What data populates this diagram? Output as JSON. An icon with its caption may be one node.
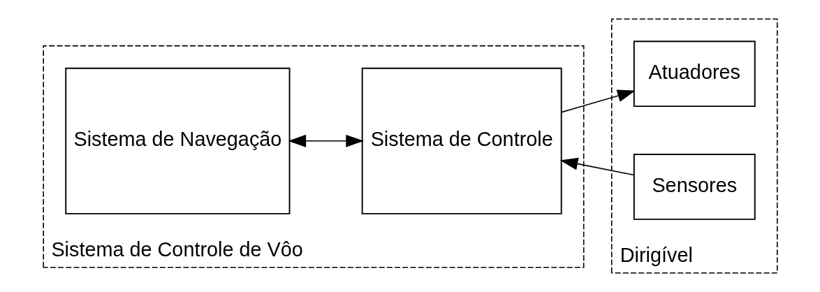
{
  "diagram": {
    "nodes": [
      {
        "text": [
          "Sistema de Controle de Vôo"
        ]
      },
      {
        "text": [
          "Sistema de Navegação"
        ],
        "in": 0
      },
      {
        "text": [
          "Sistema de Controle"
        ],
        "in": 0
      },
      {
        "text": [
          "Dirigível"
        ]
      },
      {
        "text": [
          "Atuadores"
        ],
        "in": 3
      },
      {
        "text": [
          "Sensores"
        ],
        "in": 3
      }
    ],
    "edges": [
      {
        "from": 1,
        "to": 2,
        "arrow": "both"
      },
      {
        "from": 2,
        "to": 4,
        "arrow": "to"
      },
      {
        "from": 5,
        "to": 2,
        "arrow": "to"
      }
    ]
  }
}
